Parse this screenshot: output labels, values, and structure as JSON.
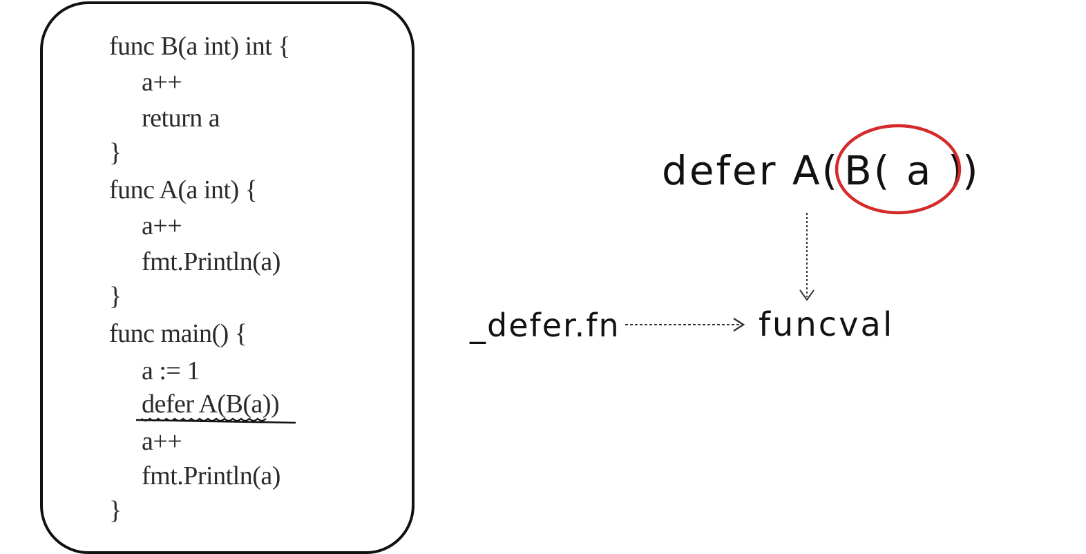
{
  "code_lines": [
    "func B(a int) int {",
    "a++",
    "return a",
    "}",
    "func A(a int) {",
    "a++",
    "fmt.Println(a)",
    "}",
    "func main() {",
    "a := 1",
    "defer A(B(a))",
    "a++",
    "fmt.Println(a)",
    "}"
  ],
  "diagram": {
    "defer_prefix": "defer A(",
    "inner_call": "B( a )",
    "close_paren": ")",
    "defer_fn_label": "_defer.fn",
    "funcval_label": "funcval"
  },
  "colors": {
    "highlight_circle": "#d42a2a",
    "ink": "#111111"
  }
}
